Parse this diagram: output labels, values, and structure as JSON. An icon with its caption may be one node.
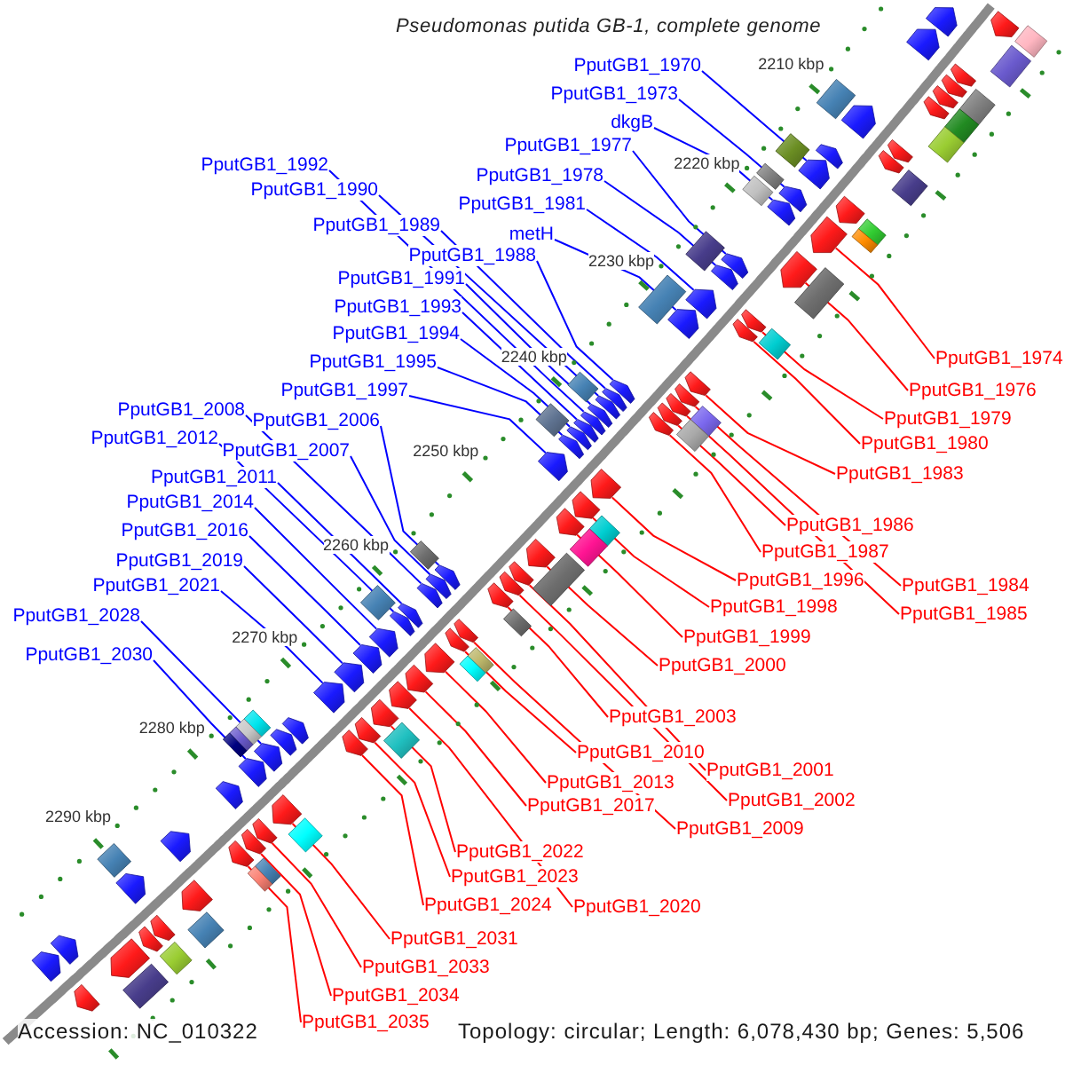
{
  "diagram": {
    "title": "Pseudomonas putida GB-1, complete genome",
    "nodes": [
      {
        "text": [
          "PputGB1_1970"
        ]
      },
      {
        "text": [
          "PputGB1_1973"
        ]
      },
      {
        "text": [
          "dkgB"
        ]
      },
      {
        "text": [
          "PputGB1_1977"
        ]
      },
      {
        "text": [
          "PputGB1_1992"
        ]
      },
      {
        "text": [
          "PputGB1_1978"
        ]
      },
      {
        "text": [
          "PputGB1_1990"
        ]
      },
      {
        "text": [
          "PputGB1_1981"
        ]
      },
      {
        "text": [
          "PputGB1_1989"
        ]
      },
      {
        "text": [
          "metH"
        ]
      },
      {
        "text": [
          "PputGB1_1988"
        ]
      },
      {
        "text": [
          "PputGB1_1991"
        ]
      },
      {
        "text": [
          "PputGB1_1993"
        ]
      },
      {
        "text": [
          "PputGB1_1994"
        ]
      },
      {
        "text": [
          "PputGB1_1974"
        ]
      },
      {
        "text": [
          "PputGB1_1995"
        ]
      },
      {
        "text": [
          "PputGB1_1997"
        ]
      },
      {
        "text": [
          "PputGB1_1976"
        ]
      },
      {
        "text": [
          "PputGB1_2008"
        ]
      },
      {
        "text": [
          "PputGB1_1979"
        ]
      },
      {
        "text": [
          "PputGB1_2006"
        ]
      },
      {
        "text": [
          "PputGB1_2012"
        ]
      },
      {
        "text": [
          "PputGB1_1980"
        ]
      },
      {
        "text": [
          "PputGB1_2007"
        ]
      },
      {
        "text": [
          "PputGB1_1983"
        ]
      },
      {
        "text": [
          "PputGB1_2011"
        ]
      },
      {
        "text": [
          "PputGB1_2014"
        ]
      },
      {
        "text": [
          "PputGB1_1986"
        ]
      },
      {
        "text": [
          "PputGB1_2016"
        ]
      },
      {
        "text": [
          "PputGB1_1987"
        ]
      },
      {
        "text": [
          "PputGB1_2019"
        ]
      },
      {
        "text": [
          "PputGB1_1996"
        ]
      },
      {
        "text": [
          "PputGB1_2021"
        ]
      },
      {
        "text": [
          "PputGB1_1984"
        ]
      },
      {
        "text": [
          "PputGB1_1998"
        ]
      },
      {
        "text": [
          "PputGB1_1985"
        ]
      },
      {
        "text": [
          "PputGB1_2028"
        ]
      },
      {
        "text": [
          "PputGB1_1999"
        ]
      },
      {
        "text": [
          "PputGB1_2030"
        ]
      },
      {
        "text": [
          "PputGB1_2000"
        ]
      },
      {
        "text": [
          "PputGB1_2003"
        ]
      },
      {
        "text": [
          "PputGB1_2010"
        ]
      },
      {
        "text": [
          "PputGB1_2001"
        ]
      },
      {
        "text": [
          "PputGB1_2013"
        ]
      },
      {
        "text": [
          "PputGB1_2002"
        ]
      },
      {
        "text": [
          "PputGB1_2017"
        ]
      },
      {
        "text": [
          "PputGB1_2009"
        ]
      },
      {
        "text": [
          "PputGB1_2022"
        ]
      },
      {
        "text": [
          "PputGB1_2023"
        ]
      },
      {
        "text": [
          "PputGB1_2024"
        ]
      },
      {
        "text": [
          "PputGB1_2020"
        ]
      },
      {
        "text": [
          "PputGB1_2031"
        ]
      },
      {
        "text": [
          "PputGB1_2033"
        ]
      },
      {
        "text": [
          "PputGB1_2034"
        ]
      },
      {
        "text": [
          "PputGB1_2035"
        ]
      },
      {
        "text": [],
        "shape": "arrow"
      },
      {
        "text": [],
        "shape": "arrow"
      },
      {
        "text": [],
        "shape": "arrow"
      },
      {
        "text": [],
        "shape": "arrow"
      },
      {
        "text": [],
        "shape": "arrow"
      },
      {
        "text": [],
        "shape": "arrow"
      },
      {
        "text": [],
        "shape": "arrow"
      },
      {
        "text": [],
        "shape": "arrow"
      },
      {
        "text": [],
        "shape": "arrow"
      },
      {
        "text": [],
        "shape": "arrow"
      },
      {
        "text": [],
        "shape": "arrow"
      },
      {
        "text": [],
        "shape": "arrow"
      },
      {
        "text": [],
        "shape": "arrow"
      },
      {
        "text": [],
        "shape": "arrow"
      },
      {
        "text": [],
        "shape": "arrow"
      },
      {
        "text": [],
        "shape": "arrow"
      },
      {
        "text": [],
        "shape": "arrow"
      },
      {
        "text": [],
        "shape": "arrow"
      },
      {
        "text": [],
        "shape": "arrow"
      },
      {
        "text": [],
        "shape": "arrow"
      },
      {
        "text": [],
        "shape": "arrow"
      },
      {
        "text": [],
        "shape": "arrow"
      },
      {
        "text": [],
        "shape": "arrow"
      },
      {
        "text": [],
        "shape": "arrow"
      },
      {
        "text": [],
        "shape": "arrow"
      },
      {
        "text": [],
        "shape": "arrow"
      },
      {
        "text": [],
        "shape": "arrow"
      },
      {
        "text": [],
        "shape": "arrow"
      },
      {
        "text": [],
        "shape": "arrow"
      },
      {
        "text": [],
        "shape": "arrow"
      },
      {
        "text": [],
        "shape": "arrow"
      },
      {
        "text": [],
        "shape": "arrow"
      },
      {
        "text": [],
        "shape": "arrow"
      },
      {
        "text": [],
        "shape": "arrow"
      },
      {
        "text": [],
        "shape": "arrow"
      },
      {
        "text": [],
        "shape": "arrow"
      },
      {
        "text": [],
        "shape": "arrow"
      },
      {
        "text": [],
        "shape": "arrow"
      },
      {
        "text": [],
        "shape": "arrow"
      },
      {
        "text": [],
        "shape": "arrow"
      },
      {
        "text": [],
        "shape": "arrow"
      },
      {
        "text": [],
        "shape": "arrow"
      },
      {
        "text": [],
        "shape": "arrow"
      },
      {
        "text": [],
        "shape": "arrow"
      },
      {
        "text": [],
        "shape": "arrow"
      },
      {
        "text": [],
        "shape": "arrow"
      },
      {
        "text": [],
        "shape": "arrow"
      },
      {
        "text": [],
        "shape": "arrow"
      },
      {
        "text": [],
        "shape": "arrow"
      },
      {
        "text": [],
        "shape": "arrow"
      },
      {
        "text": [],
        "shape": "arrow"
      },
      {
        "text": [],
        "shape": "arrow"
      },
      {
        "text": [],
        "shape": "arrow"
      },
      {
        "text": [],
        "shape": "arrow"
      },
      {
        "text": [],
        "shape": "arrow"
      },
      {
        "text": [],
        "shape": "arrow"
      },
      {
        "text": [],
        "shape": "arrow"
      },
      {
        "text": [],
        "shape": "arrow"
      },
      {
        "text": [],
        "shape": "arrow"
      },
      {
        "text": [],
        "shape": "arrow"
      },
      {
        "text": [],
        "shape": "arrow"
      },
      {
        "text": [],
        "shape": "arrow"
      },
      {
        "text": [],
        "shape": "arrow"
      },
      {
        "text": [],
        "shape": "arrow"
      },
      {
        "text": [],
        "shape": "arrow"
      },
      {
        "text": [],
        "shape": "arrow"
      },
      {
        "text": [],
        "shape": "arrow"
      },
      {
        "text": [],
        "shape": "arrow"
      },
      {
        "text": [],
        "shape": "arrow"
      },
      {
        "text": [],
        "shape": "arrow"
      },
      {
        "text": [],
        "shape": "arrow"
      },
      {
        "text": [],
        "shape": "arrow"
      },
      {
        "text": [],
        "shape": "arrow"
      },
      {
        "text": [],
        "shape": "arrow"
      },
      {
        "text": [],
        "shape": "arrow"
      },
      {
        "text": [],
        "shape": "arrow"
      },
      {
        "text": [],
        "shape": "arrow"
      },
      {
        "text": [],
        "shape": "arrow"
      },
      {
        "text": [],
        "shape": "arrow"
      }
    ],
    "edges": [
      {
        "from": 0,
        "to": 66,
        "arrow": "none",
        "color": "#0000ff"
      },
      {
        "from": 1,
        "to": 68,
        "arrow": "none",
        "color": "#0000ff"
      },
      {
        "from": 2,
        "to": 70,
        "arrow": "none",
        "color": "#0000ff"
      },
      {
        "from": 3,
        "to": 72,
        "arrow": "none",
        "color": "#0000ff"
      },
      {
        "from": 4,
        "to": 87,
        "arrow": "none",
        "color": "#0000ff"
      },
      {
        "from": 5,
        "to": 73,
        "arrow": "none",
        "color": "#0000ff"
      },
      {
        "from": 6,
        "to": 85,
        "arrow": "none",
        "color": "#0000ff"
      },
      {
        "from": 7,
        "to": 76,
        "arrow": "none",
        "color": "#0000ff"
      },
      {
        "from": 8,
        "to": 84,
        "arrow": "none",
        "color": "#0000ff"
      },
      {
        "from": 9,
        "to": 77,
        "arrow": "none",
        "color": "#0000ff"
      },
      {
        "from": 10,
        "to": 82,
        "arrow": "none",
        "color": "#0000ff"
      },
      {
        "from": 11,
        "to": 86,
        "arrow": "none",
        "color": "#0000ff"
      },
      {
        "from": 12,
        "to": 88,
        "arrow": "none",
        "color": "#0000ff"
      },
      {
        "from": 13,
        "to": 89,
        "arrow": "none",
        "color": "#0000ff"
      },
      {
        "from": 14,
        "to": 69,
        "arrow": "none"
      },
      {
        "from": 15,
        "to": 90,
        "arrow": "none",
        "color": "#0000ff"
      },
      {
        "from": 16,
        "to": 92,
        "arrow": "none",
        "color": "#0000ff"
      },
      {
        "from": 17,
        "to": 71,
        "arrow": "none"
      },
      {
        "from": 18,
        "to": 101,
        "arrow": "none",
        "color": "#0000ff"
      },
      {
        "from": 19,
        "to": 74,
        "arrow": "none"
      },
      {
        "from": 20,
        "to": 99,
        "arrow": "none",
        "color": "#0000ff"
      },
      {
        "from": 21,
        "to": 105,
        "arrow": "none",
        "color": "#0000ff"
      },
      {
        "from": 22,
        "to": 75,
        "arrow": "none"
      },
      {
        "from": 23,
        "to": 100,
        "arrow": "none",
        "color": "#0000ff"
      },
      {
        "from": 24,
        "to": 78,
        "arrow": "none"
      },
      {
        "from": 25,
        "to": 104,
        "arrow": "none",
        "color": "#0000ff"
      },
      {
        "from": 26,
        "to": 107,
        "arrow": "none",
        "color": "#0000ff"
      },
      {
        "from": 27,
        "to": 81,
        "arrow": "none"
      },
      {
        "from": 28,
        "to": 109,
        "arrow": "none",
        "color": "#0000ff"
      },
      {
        "from": 29,
        "to": 83,
        "arrow": "none"
      },
      {
        "from": 30,
        "to": 111,
        "arrow": "none",
        "color": "#0000ff"
      },
      {
        "from": 31,
        "to": 91,
        "arrow": "none"
      },
      {
        "from": 32,
        "to": 113,
        "arrow": "none",
        "color": "#0000ff"
      },
      {
        "from": 33,
        "to": 79,
        "arrow": "none"
      },
      {
        "from": 34,
        "to": 93,
        "arrow": "none"
      },
      {
        "from": 35,
        "to": 80,
        "arrow": "none"
      },
      {
        "from": 36,
        "to": 118,
        "arrow": "none",
        "color": "#0000ff"
      },
      {
        "from": 37,
        "to": 94,
        "arrow": "none"
      },
      {
        "from": 38,
        "to": 119,
        "arrow": "none",
        "color": "#0000ff"
      },
      {
        "from": 39,
        "to": 95,
        "arrow": "none"
      },
      {
        "from": 40,
        "to": 98,
        "arrow": "none"
      },
      {
        "from": 41,
        "to": 103,
        "arrow": "none"
      },
      {
        "from": 42,
        "to": 96,
        "arrow": "none"
      },
      {
        "from": 43,
        "to": 106,
        "arrow": "none"
      },
      {
        "from": 44,
        "to": 97,
        "arrow": "none"
      },
      {
        "from": 45,
        "to": 108,
        "arrow": "none"
      },
      {
        "from": 46,
        "to": 102,
        "arrow": "none"
      },
      {
        "from": 47,
        "to": 112,
        "arrow": "none"
      },
      {
        "from": 48,
        "to": 114,
        "arrow": "none"
      },
      {
        "from": 49,
        "to": 115,
        "arrow": "none"
      },
      {
        "from": 50,
        "to": 110,
        "arrow": "none"
      },
      {
        "from": 51,
        "to": 120,
        "arrow": "none"
      },
      {
        "from": 52,
        "to": 122,
        "arrow": "none"
      },
      {
        "from": 53,
        "to": 123,
        "arrow": "none"
      },
      {
        "from": 54,
        "to": 124,
        "arrow": "none"
      }
    ],
    "labels": [
      "2210 kbp",
      "2220 kbp",
      "2230 kbp",
      "2240 kbp",
      "2250 kbp",
      "2260 kbp",
      "2270 kbp",
      "2280 kbp",
      "2290 kbp",
      "Accession: NC_010322",
      "Topology: circular; Length: 6,078,430 bp; Genes: 5,506"
    ]
  }
}
